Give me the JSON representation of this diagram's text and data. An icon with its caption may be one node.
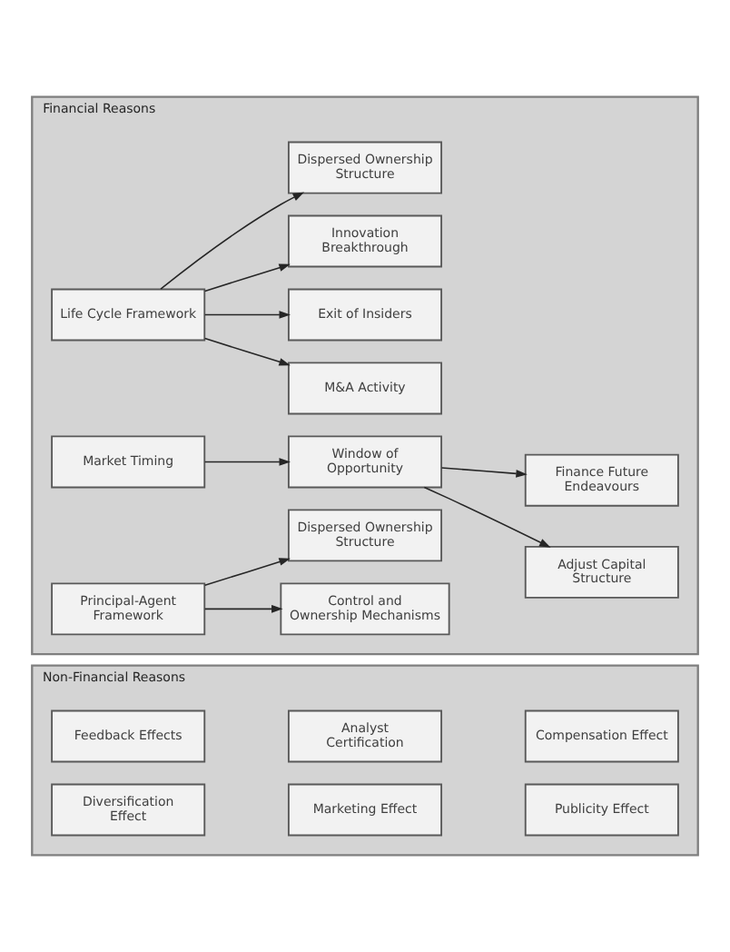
{
  "diagram": {
    "nodes": [
      {
        "text": [
          "Financial Reasons"
        ]
      },
      {
        "text": [
          "Life Cycle Framework"
        ],
        "in": 0
      },
      {
        "text": [
          "Dispersed Ownership Structure"
        ],
        "in": 0
      },
      {
        "text": [
          "Innovation Breakthrough"
        ],
        "in": 0
      },
      {
        "text": [
          "Exit of Insiders"
        ],
        "in": 0
      },
      {
        "text": [
          "M&A Activity"
        ],
        "in": 0
      },
      {
        "text": [
          "Market Timing"
        ],
        "in": 0
      },
      {
        "text": [
          "Window of Opportunity"
        ],
        "in": 0
      },
      {
        "text": [
          "Finance Future Endeavours"
        ],
        "in": 0
      },
      {
        "text": [
          "Adjust Capital Structure"
        ],
        "in": 0
      },
      {
        "text": [
          "Principal-Agent Framework"
        ],
        "in": 0
      },
      {
        "text": [
          "Dispersed Ownership Structure"
        ],
        "in": 0
      },
      {
        "text": [
          "Control and Ownership Mechanisms"
        ],
        "in": 0
      },
      {
        "text": [
          "Non-Financial Reasons"
        ]
      },
      {
        "text": [
          "Feedback Effects"
        ],
        "in": 13
      },
      {
        "text": [
          "Analyst Certification"
        ],
        "in": 13
      },
      {
        "text": [
          "Compensation Effect"
        ],
        "in": 13
      },
      {
        "text": [
          "Diversification Effect"
        ],
        "in": 13
      },
      {
        "text": [
          "Marketing Effect"
        ],
        "in": 13
      },
      {
        "text": [
          "Publicity Effect"
        ],
        "in": 13
      }
    ],
    "edges": [
      {
        "from": 1,
        "to": 2,
        "arrow": "to"
      },
      {
        "from": 1,
        "to": 3,
        "arrow": "to"
      },
      {
        "from": 1,
        "to": 4,
        "arrow": "to"
      },
      {
        "from": 1,
        "to": 5,
        "arrow": "to"
      },
      {
        "from": 6,
        "to": 7,
        "arrow": "to"
      },
      {
        "from": 7,
        "to": 8,
        "arrow": "to"
      },
      {
        "from": 7,
        "to": 9,
        "arrow": "to"
      },
      {
        "from": 10,
        "to": 11,
        "arrow": "to"
      },
      {
        "from": 10,
        "to": 12,
        "arrow": "to"
      }
    ]
  }
}
